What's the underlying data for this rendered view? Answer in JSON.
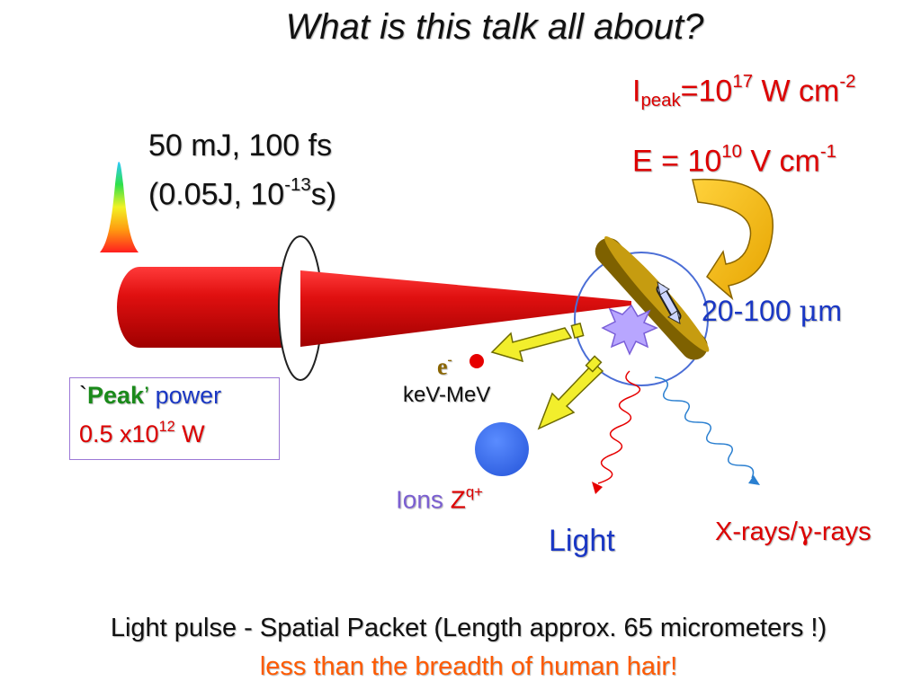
{
  "title": "What is this talk all about?",
  "pulse_energy": {
    "line1": "50 mJ, 100 fs",
    "line2_prefix": "(0.05J, 10",
    "line2_exp": "-13",
    "line2_suffix": "s)"
  },
  "intensity": {
    "symbol": "I",
    "subscript": "peak",
    "eq": "=10",
    "exp": "17",
    "unit": " W cm",
    "unit_exp": "-2"
  },
  "field": {
    "prefix": "E = 10",
    "exp": "10",
    "unit": " V cm",
    "unit_exp": "-1"
  },
  "thickness": {
    "prefix": "20-100 ",
    "mu": "μ",
    "unit": "m"
  },
  "peak_power": {
    "quote_open": "`",
    "peak": "Peak",
    "quote_close": "’",
    "power": " power",
    "value_prefix": "0.5 x10",
    "value_exp": "12",
    "value_unit": " W"
  },
  "electron": {
    "symbol": "e",
    "charge": "-",
    "energy": "keV-MeV"
  },
  "ions": {
    "label": "Ions ",
    "z": "Z",
    "charge": "q+"
  },
  "light_label": "Light",
  "xrays": {
    "prefix": "X-rays/",
    "gamma": "γ",
    "suffix": "-rays"
  },
  "bottom": {
    "line1": "Light pulse - Spatial Packet  (Length approx. 65 micrometers !)",
    "line2": "less than the breadth of human hair!"
  },
  "colors": {
    "red": "#dd0000",
    "blue": "#1a37c4",
    "laser": "#dd0f0f",
    "target": "#a58207",
    "arrow_yellow": "#f2ee2c",
    "orange_text": "#ff5a00",
    "ion_blue": "#3b6ff0",
    "purple": "#7b5fd1"
  }
}
